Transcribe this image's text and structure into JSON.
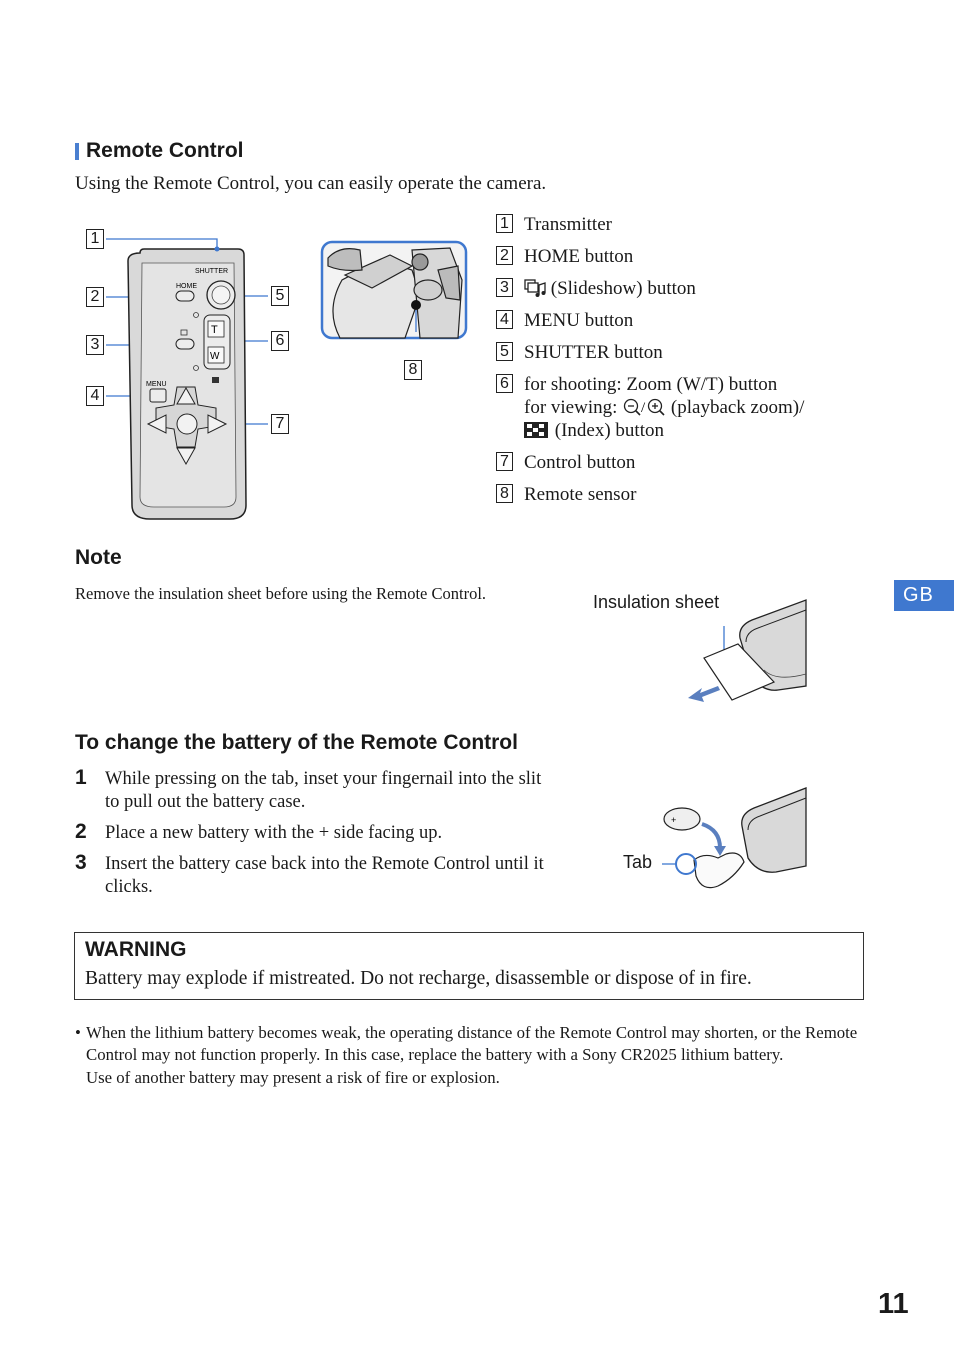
{
  "section": {
    "title": "Remote Control",
    "intro": "Using the Remote Control, you can easily operate the camera."
  },
  "remote_labels": {
    "shutter": "SHUTTER",
    "home": "HOME",
    "menu": "MENU",
    "tele": "T",
    "wide": "W"
  },
  "callouts": [
    "1",
    "2",
    "3",
    "4",
    "5",
    "6",
    "7",
    "8"
  ],
  "legend": [
    {
      "num": "1",
      "text": "Transmitter"
    },
    {
      "num": "2",
      "text": "HOME button"
    },
    {
      "num": "3",
      "text": "(Slideshow) button"
    },
    {
      "num": "4",
      "text": "MENU button"
    },
    {
      "num": "5",
      "text": "SHUTTER button"
    },
    {
      "num": "6",
      "line1": "for shooting: Zoom (W/T) button",
      "line2_prefix": "for viewing:",
      "line2_suffix": "(playback zoom)/",
      "line3": "(Index) button"
    },
    {
      "num": "7",
      "text": "Control button"
    },
    {
      "num": "8",
      "text": "Remote sensor"
    }
  ],
  "note": {
    "title": "Note",
    "text": "Remove the insulation sheet before using the Remote Control.",
    "figure_label": "Insulation sheet"
  },
  "battery": {
    "title": "To change the battery of the Remote Control",
    "steps": [
      {
        "num": "1",
        "text": "While pressing on the tab, inset your fingernail into the slit to pull out the battery case."
      },
      {
        "num": "2",
        "text": "Place a new battery with the + side facing up."
      },
      {
        "num": "3",
        "text": "Insert the battery case back into the Remote Control until it clicks."
      }
    ],
    "figure_label": "Tab"
  },
  "warning": {
    "title": "WARNING",
    "text": "Battery may explode if mistreated. Do not recharge, disassemble or dispose of in fire."
  },
  "bullet_note": {
    "bullet": "•",
    "text1": "When the lithium battery becomes weak, the operating distance of the Remote Control may shorten, or the Remote Control may not function properly. In this case, replace the battery with a Sony CR2025 lithium battery.",
    "text2": "Use of another battery may present a risk of fire or explosion."
  },
  "side_tab": "GB",
  "page_number": "11",
  "colors": {
    "accent": "#3f78cf",
    "text": "#1a1a1a"
  }
}
